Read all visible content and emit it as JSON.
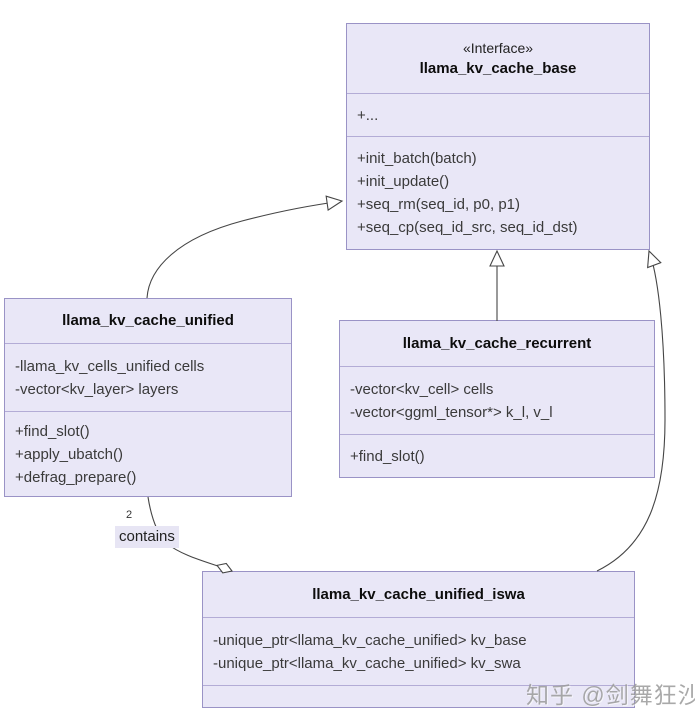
{
  "classes": {
    "base": {
      "stereotype": "«Interface»",
      "name": "llama_kv_cache_base",
      "attributes": [
        "+..."
      ],
      "methods": [
        "+init_batch(batch)",
        "+init_update()",
        "+seq_rm(seq_id, p0, p1)",
        "+seq_cp(seq_id_src, seq_id_dst)"
      ]
    },
    "unified": {
      "name": "llama_kv_cache_unified",
      "attributes": [
        "-llama_kv_cells_unified cells",
        "-vector<kv_layer> layers"
      ],
      "methods": [
        "+find_slot()",
        "+apply_ubatch()",
        "+defrag_prepare()"
      ]
    },
    "recurrent": {
      "name": "llama_kv_cache_recurrent",
      "attributes": [
        "-vector<kv_cell> cells",
        "-vector<ggml_tensor*> k_l, v_l"
      ],
      "methods": [
        "+find_slot()"
      ]
    },
    "iswa": {
      "name": "llama_kv_cache_unified_iswa",
      "attributes": [
        "-unique_ptr<llama_kv_cache_unified> kv_base",
        "-unique_ptr<llama_kv_cache_unified> kv_swa"
      ],
      "methods": []
    }
  },
  "relations": [
    {
      "type": "inheritance",
      "from": "llama_kv_cache_unified",
      "to": "llama_kv_cache_base"
    },
    {
      "type": "inheritance",
      "from": "llama_kv_cache_recurrent",
      "to": "llama_kv_cache_base"
    },
    {
      "type": "inheritance",
      "from": "llama_kv_cache_unified_iswa",
      "to": "llama_kv_cache_base"
    },
    {
      "type": "aggregation",
      "from": "llama_kv_cache_unified_iswa",
      "to": "llama_kv_cache_unified",
      "label": "contains",
      "multiplicity": "2"
    }
  ],
  "labels": {
    "contains": "contains",
    "multiplicity": "2"
  },
  "watermark": "知乎 @剑舞狂沙",
  "colors": {
    "box_fill": "#E9E7F7",
    "box_border": "#9A93C6",
    "divider": "#B3ACD6",
    "line": "#454545",
    "label_bg": "#E7E5F4",
    "watermark": "#9B9B9B"
  }
}
